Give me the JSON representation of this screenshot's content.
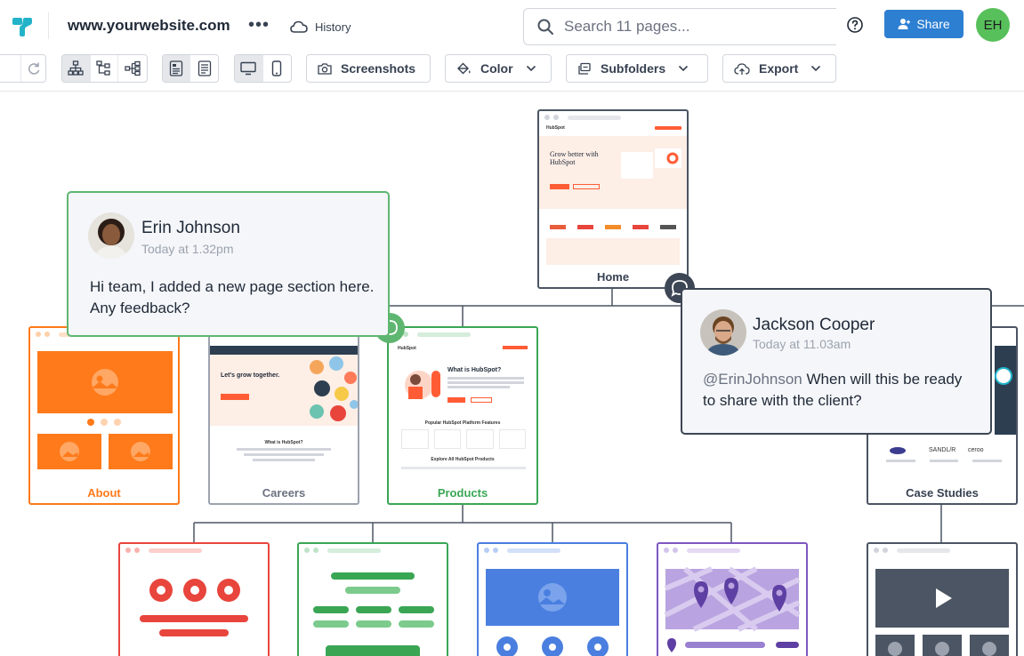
{
  "header": {
    "site_title": "www.yourwebsite.com",
    "more_label": "•••",
    "history_label": "History",
    "search_placeholder": "Search 11 pages...",
    "share_label": "Share",
    "user_initials": "EH",
    "accent_color": "#2d7fd2",
    "avatar_color": "#58c05b"
  },
  "toolbar": {
    "screenshots_label": "Screenshots",
    "color_label": "Color",
    "subfolders_label": "Subfolders",
    "export_label": "Export"
  },
  "pages": {
    "home": "Home",
    "about": "About",
    "careers": "Careers",
    "products": "Products",
    "case_studies": "Case Studies"
  },
  "thumbnails": {
    "home_headline": "Grow better with HubSpot",
    "careers_headline": "Let's grow together.",
    "careers_sub": "What is HubSpot?",
    "products_headline": "What is HubSpot?",
    "products_features": "Popular HubSpot Platform Features",
    "products_explore": "Explore All HubSpot Products",
    "case_logo_1": "SANDL/R",
    "case_logo_2": "ceroo"
  },
  "comments": [
    {
      "author": "Erin Johnson",
      "time": "Today at 1.32pm",
      "body": "Hi team, I added a new page section here. Any feedback?"
    },
    {
      "author": "Jackson Cooper",
      "time": "Today at 11.03am",
      "mention": "@ErinJohnson",
      "body": " When will this be ready to share with the client?"
    }
  ],
  "icons": {
    "logo": "brand-logo-icon",
    "history": "cloud-icon",
    "search": "search-icon",
    "help": "help-circle-icon",
    "share": "add-user-icon"
  }
}
